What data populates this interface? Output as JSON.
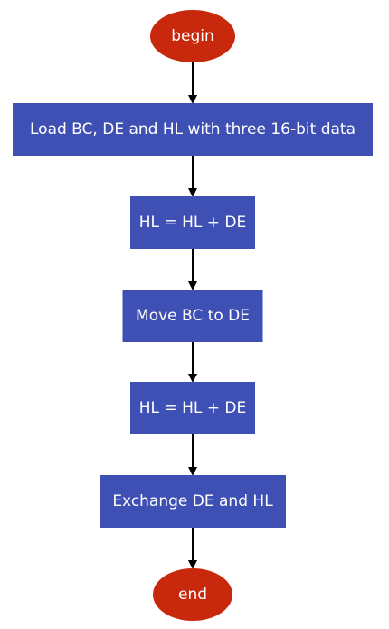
{
  "flowchart": {
    "colors": {
      "terminal": "#c8280b",
      "process": "#3f50b5",
      "arrow": "#000000",
      "text": "#ffffff"
    },
    "nodes": [
      {
        "id": "begin",
        "shape": "ellipse",
        "label": "begin"
      },
      {
        "id": "load",
        "shape": "rect",
        "label": "Load BC, DE and HL with three 16-bit data"
      },
      {
        "id": "add1",
        "shape": "rect",
        "label": "HL = HL + DE"
      },
      {
        "id": "move",
        "shape": "rect",
        "label": "Move BC to DE"
      },
      {
        "id": "add2",
        "shape": "rect",
        "label": "HL = HL + DE"
      },
      {
        "id": "xchg",
        "shape": "rect",
        "label": "Exchange DE and HL"
      },
      {
        "id": "end",
        "shape": "ellipse",
        "label": "end"
      }
    ],
    "edges": [
      {
        "from": "begin",
        "to": "load"
      },
      {
        "from": "load",
        "to": "add1"
      },
      {
        "from": "add1",
        "to": "move"
      },
      {
        "from": "move",
        "to": "add2"
      },
      {
        "from": "add2",
        "to": "xchg"
      },
      {
        "from": "xchg",
        "to": "end"
      }
    ]
  }
}
